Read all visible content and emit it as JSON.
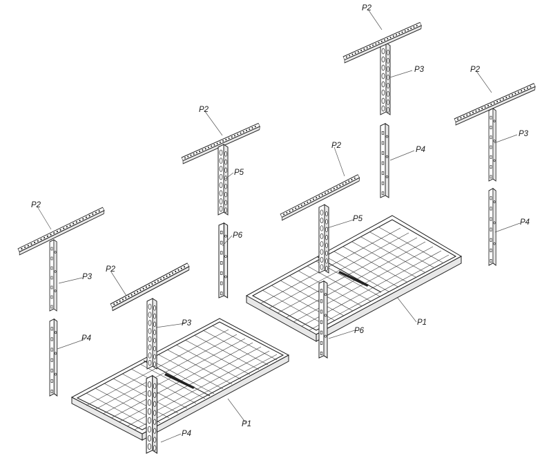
{
  "labels": {
    "p1": "P1",
    "p2": "P2",
    "p3": "P3",
    "p4": "P4",
    "p5": "P5",
    "p6": "P6"
  },
  "colors": {
    "line": "#222222",
    "background": "#ffffff"
  }
}
